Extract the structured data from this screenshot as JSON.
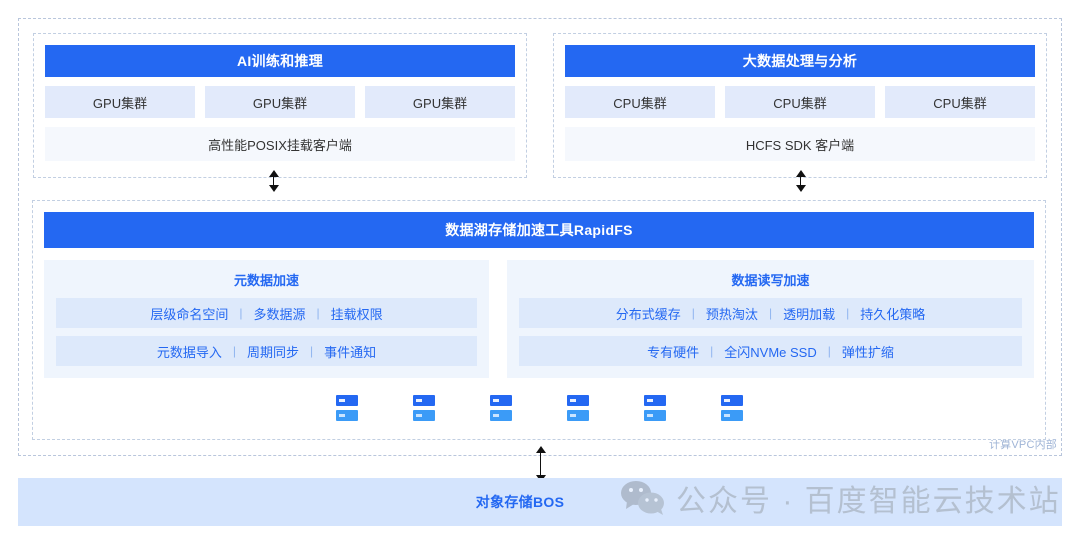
{
  "diagram": {
    "vpc_label": "计算VPC内部",
    "workloads": [
      {
        "title": "AI训练和推理",
        "clusters": [
          "GPU集群",
          "GPU集群",
          "GPU集群"
        ],
        "client": "高性能POSIX挂载客户端"
      },
      {
        "title": "大数据处理与分析",
        "clusters": [
          "CPU集群",
          "CPU集群",
          "CPU集群"
        ],
        "client": "HCFS SDK 客户端"
      }
    ],
    "rapidfs": {
      "title": "数据湖存储加速工具RapidFS",
      "panels": [
        {
          "title": "元数据加速",
          "rows": [
            [
              "层级命名空间",
              "多数据源",
              "挂载权限"
            ],
            [
              "元数据导入",
              "周期同步",
              "事件通知"
            ]
          ]
        },
        {
          "title": "数据读写加速",
          "rows": [
            [
              "分布式缓存",
              "预热淘汰",
              "透明加载",
              "持久化策略"
            ],
            [
              "专有硬件",
              "全闪NVMe SSD",
              "弹性扩缩"
            ]
          ]
        }
      ],
      "server_icon_count": 6,
      "server_icon_name": "server-rack-icon"
    },
    "storage": {
      "label": "对象存储BOS"
    },
    "watermark": {
      "text": "公众号 · 百度智能云技术站",
      "icon": "wechat-logo"
    },
    "separator": "|",
    "colors": {
      "accent_blue": "#2468f2",
      "panel_bg": "#eff5fd",
      "pill_bg": "#dde9fb",
      "cluster_bg": "#e2eafb",
      "client_bg": "#f5f8fd",
      "bos_bg": "#d4e4fd",
      "dashed_border": "#c2cfe2"
    }
  }
}
